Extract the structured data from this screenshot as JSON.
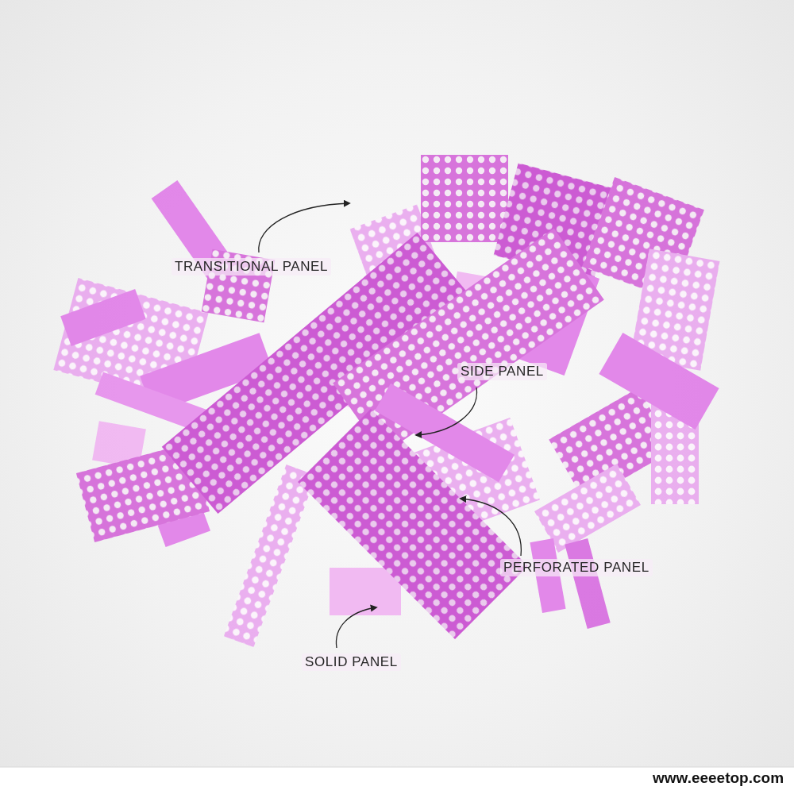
{
  "diagram": {
    "labels": [
      "TRANSITIONAL PANEL",
      "SIDE PANEL",
      "PERFORATED PANEL",
      "SOLID PANEL",
      "www.eeeetop.com"
    ]
  }
}
